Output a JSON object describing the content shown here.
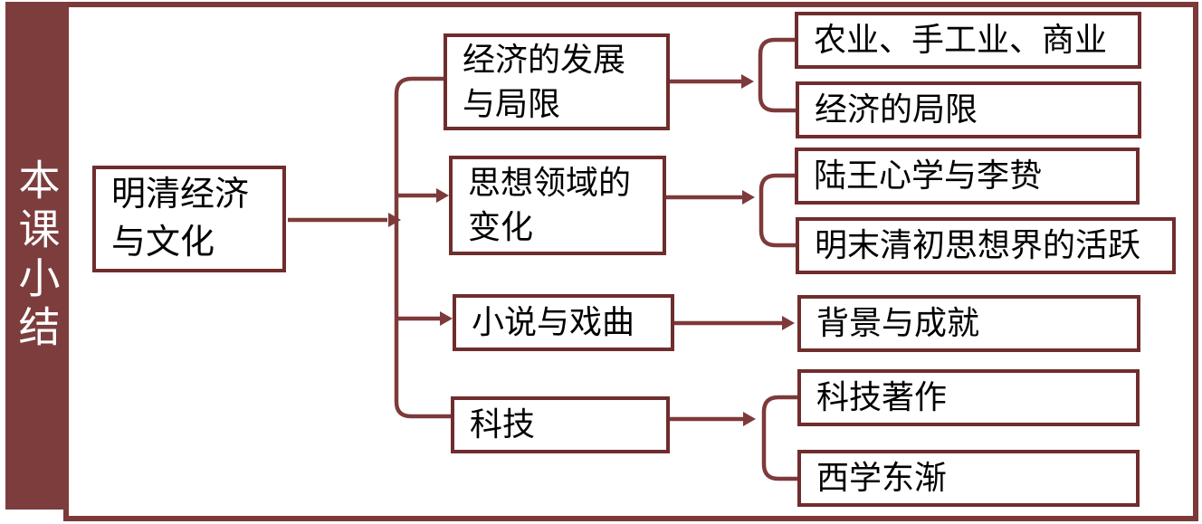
{
  "sidebar": {
    "title": "本课小结"
  },
  "diagram": {
    "root": {
      "label": "明清经济\n与文化"
    },
    "branches": [
      {
        "label": "经济的发展\n与局限",
        "children": [
          "农业、手工业、商业",
          "经济的局限"
        ]
      },
      {
        "label": "思想领域的\n变化",
        "children": [
          "陆王心学与李贽",
          "明末清初思想界的活跃"
        ]
      },
      {
        "label": "小说与戏曲",
        "children": [
          "背景与成就"
        ]
      },
      {
        "label": "科技",
        "children": [
          "科技著作",
          "西学东渐"
        ]
      }
    ]
  },
  "colors": {
    "sidebar_background": "#7d3d3d",
    "sidebar_text": "#ffffff",
    "frame_border": "#7b3938",
    "box_border": "#6f2d2d",
    "connector_line": "#7e3a3a",
    "box_text": "#000000",
    "page_background": "#ffffff"
  }
}
